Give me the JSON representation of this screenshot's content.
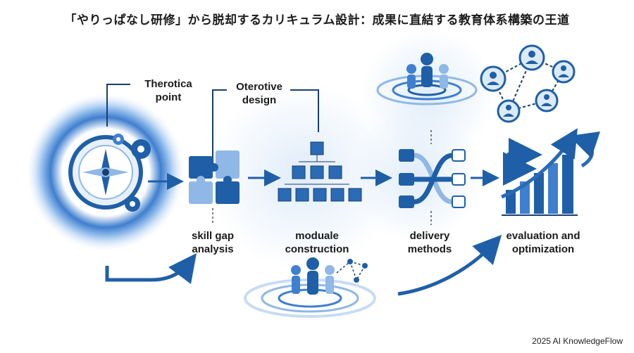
{
  "title": "「やりっぱなし研修」から脱却するカリキュラム設計：成果に直結する教育体系構築の王道",
  "callouts": {
    "theoretical_point": [
      "Therotica",
      "point"
    ],
    "iterative_design": [
      "Oterotive",
      "design"
    ]
  },
  "stages": [
    {
      "id": "skill-gap-analysis",
      "lines": [
        "skill gap",
        "analysis"
      ]
    },
    {
      "id": "module-construction",
      "lines": [
        "moduale",
        "construction"
      ]
    },
    {
      "id": "delivery-methods",
      "lines": [
        "delivery",
        "methods"
      ]
    },
    {
      "id": "evaluation-optimization",
      "lines": [
        "evaluation and",
        "optimization"
      ]
    }
  ],
  "footer": "2025 AI KnowledgeFlow",
  "colors": {
    "primary": "#1f5fa8",
    "dark": "#173f73",
    "light": "#8fb8e6",
    "pale": "#dceaf8"
  }
}
